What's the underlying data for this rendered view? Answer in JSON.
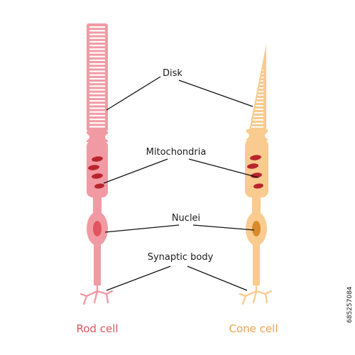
{
  "labels": {
    "disk": "Disk",
    "mitochondria": "Mitochondria",
    "nuclei": "Nuclei",
    "synaptic_body": "Synaptic body"
  },
  "cells": {
    "rod": {
      "name": "Rod cell",
      "name_color": "#e0555f",
      "body_color": "#f29aa3",
      "outline_color": "#e97f8b"
    },
    "cone": {
      "name": "Cone cell",
      "name_color": "#f1a04a",
      "body_color": "#f9cb8f",
      "outline_color": "#eeb06b"
    }
  },
  "organelle_colors": {
    "mitochondria": "#b8252e",
    "rod_nucleus": "#e0555f",
    "cone_nucleus": "#d98a2b"
  },
  "stock_id": "685257084"
}
